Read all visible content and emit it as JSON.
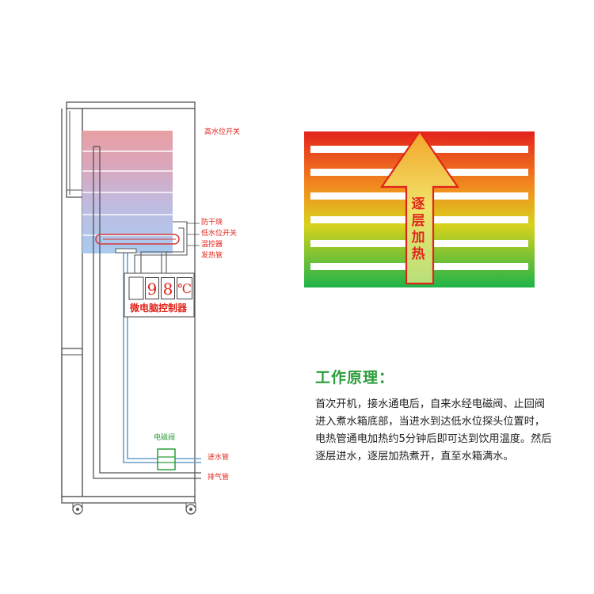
{
  "diagram": {
    "labels": {
      "high_level_switch": "高水位开关",
      "dry_burn_protection": "防干烧",
      "low_level_switch": "低水位开关",
      "thermostat": "温控器",
      "heating_tube": "发热管",
      "solenoid_valve": "电磁阀",
      "inlet_pipe": "进水管",
      "exhaust_pipe": "排气管"
    },
    "controller": {
      "digit1": "9",
      "digit2": "8",
      "unit": "℃",
      "label": "微电脑控制器"
    }
  },
  "heating_panel": {
    "arrow_text": "逐层加热"
  },
  "principle": {
    "title": "工作原理：",
    "text": "首次开机，接水通电后，自来水经电磁阀、止回阀进入煮水箱底部，当进水到达低水位探头位置时，电热管通电加热约5分钟后即可达到饮用温度。然后逐层进水，逐层加热煮开，直至水箱满水。"
  },
  "colors": {
    "label_red": "#e0251c",
    "label_green": "#2b9e3b"
  }
}
